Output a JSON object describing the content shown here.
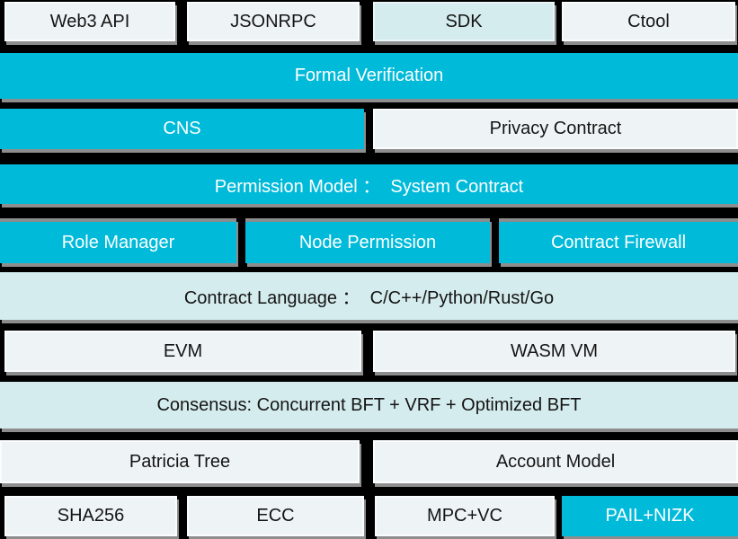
{
  "diagram_title": "Blockchain platform architecture stack",
  "colors": {
    "background": "#000000",
    "accent_cyan": "#00bada",
    "pale_cyan": "#d5ecee",
    "light_box": "#eef4f6",
    "shadow_gray": "#8d8d8d",
    "text_on_cyan": "#ffffff",
    "text_on_light": "#141414"
  },
  "rows": [
    {
      "name": "interface-layer",
      "cells": [
        {
          "label": "Web3 API"
        },
        {
          "label": "JSONRPC"
        },
        {
          "label": "SDK"
        },
        {
          "label": "Ctool"
        }
      ]
    },
    {
      "name": "formal-verification-layer",
      "cells": [
        {
          "label": "Formal Verification"
        }
      ]
    },
    {
      "name": "naming-privacy-layer",
      "cells": [
        {
          "label": "CNS"
        },
        {
          "label": "Privacy Contract"
        }
      ]
    },
    {
      "name": "permission-model-layer",
      "cells": [
        {
          "label": "Permission Model ：  System Contract"
        }
      ]
    },
    {
      "name": "permission-components-layer",
      "cells": [
        {
          "label": "Role Manager"
        },
        {
          "label": "Node Permission"
        },
        {
          "label": "Contract Firewall"
        }
      ]
    },
    {
      "name": "contract-language-layer",
      "cells": [
        {
          "label": "Contract Language ：  C/C++/Python/Rust/Go"
        }
      ]
    },
    {
      "name": "vm-layer",
      "cells": [
        {
          "label": "EVM"
        },
        {
          "label": "WASM VM"
        }
      ]
    },
    {
      "name": "consensus-layer",
      "cells": [
        {
          "label": "Consensus: Concurrent BFT + VRF + Optimized BFT"
        }
      ]
    },
    {
      "name": "storage-layer",
      "cells": [
        {
          "label": "Patricia Tree"
        },
        {
          "label": "Account Model"
        }
      ]
    },
    {
      "name": "crypto-layer",
      "cells": [
        {
          "label": "SHA256"
        },
        {
          "label": "ECC"
        },
        {
          "label": "MPC+VC"
        },
        {
          "label": "PAIL+NIZK"
        }
      ]
    }
  ]
}
